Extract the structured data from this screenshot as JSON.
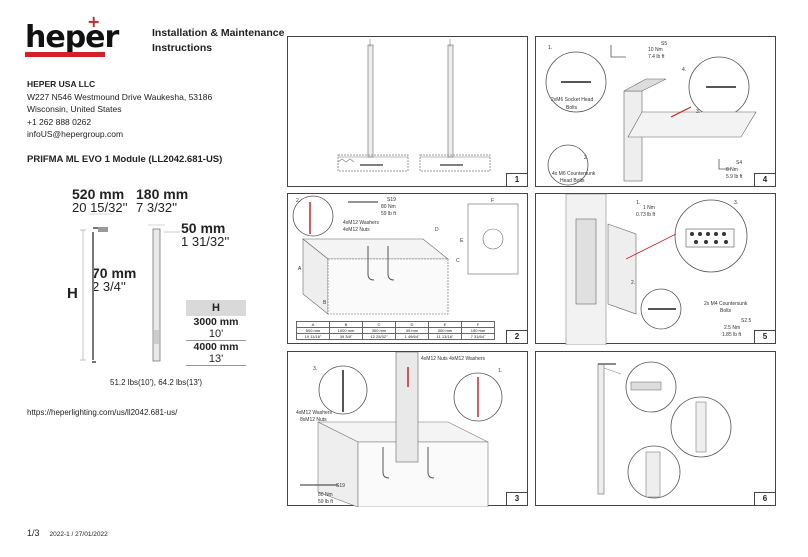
{
  "brand": {
    "logo_text": "heper",
    "accent": "#d3202b"
  },
  "doc_title": "Installation & Maintenance Instructions",
  "company": {
    "name": "HEPER USA LLC",
    "address1": "W227 N546 Westmound Drive Waukesha, 53186",
    "address2": "Wisconsin, United States",
    "phone": "+1 262 888 0262",
    "email": "infoUS@hepergroup.com"
  },
  "product": "PRIFMA ML EVO 1 Module (LL2042.681-US)",
  "dims": {
    "w1_mm": "520 mm",
    "w1_in": "20 15/32''",
    "w2_mm": "180 mm",
    "w2_in": "7 3/32''",
    "w3_mm": "50 mm",
    "w3_in": "1 31/32''",
    "h1_mm": "70 mm",
    "h1_in": "2 3/4''",
    "h_label": "H"
  },
  "h_table": {
    "head": "H",
    "rows": [
      {
        "mm": "3000 mm",
        "ft": "10'"
      },
      {
        "mm": "4000 mm",
        "ft": "13'"
      }
    ]
  },
  "weight": "51.2 lbs(10'), 64.2 lbs(13')",
  "url": "https://heperlighting.com/us/ll2042.681-us/",
  "footer": {
    "page": "1/3",
    "rev": "2022-1 / 27/01/2022"
  },
  "panels": {
    "p1": {
      "num": "1"
    },
    "p2": {
      "num": "2",
      "step": "2.",
      "torque_code": "S19",
      "torque_nm": "80 Nm",
      "torque_lb": "59 lb ft",
      "parts1": "4xM12 Washers",
      "parts2": "4xM12 Nuts",
      "letters": [
        "A",
        "B",
        "C",
        "D",
        "E",
        "F"
      ],
      "table_head": [
        "A",
        "B",
        "C",
        "D",
        "E",
        "F"
      ],
      "table_mm": [
        "500 mm",
        "1000 mm",
        "300 mm",
        "45 mm",
        "300 mm",
        "190 mm"
      ],
      "table_in": [
        "19 11/16\"",
        "39 3/8\"",
        "12 25/32\"",
        "1 49/64\"",
        "11 13/16\"",
        "7 31/64\""
      ]
    },
    "p3": {
      "num": "3",
      "step3": "3.",
      "step1": "1.",
      "parts_top": "4xM12 Nuts 4xM12 Washers",
      "parts_left1": "4xM12 Washers",
      "parts_left2": "8xM12 Nuts",
      "torque_code": "S19",
      "torque_nm": "80 Nm",
      "torque_lb": "59 lb ft"
    },
    "p4": {
      "num": "4",
      "step1": "1.",
      "step4": "4.",
      "code_top": "S5",
      "nm_top": "10 Nm",
      "lb_top": "7.4 lb ft",
      "socket1": "2xM6 Socket Head",
      "socket2": "Bolts",
      "csk1": "4x M6 Countersunk",
      "csk2": "Head Bolts",
      "code_bot": "S4",
      "nm_bot": "8 Nm",
      "lb_bot": "5.9 lb ft",
      "step3": "3.",
      "step2": "2."
    },
    "p5": {
      "num": "5",
      "step3": "3.",
      "step1": "1.",
      "nm_top": "1 Nm",
      "lb_top": "0.73 lb ft",
      "step2": "2.",
      "csk1": "2x M4 Countersunk",
      "csk2": "Bolts",
      "code": "S2.5",
      "nm_bot": "2.5 Nm",
      "lb_bot": "1.85 lb ft"
    },
    "p6": {
      "num": "6"
    }
  }
}
